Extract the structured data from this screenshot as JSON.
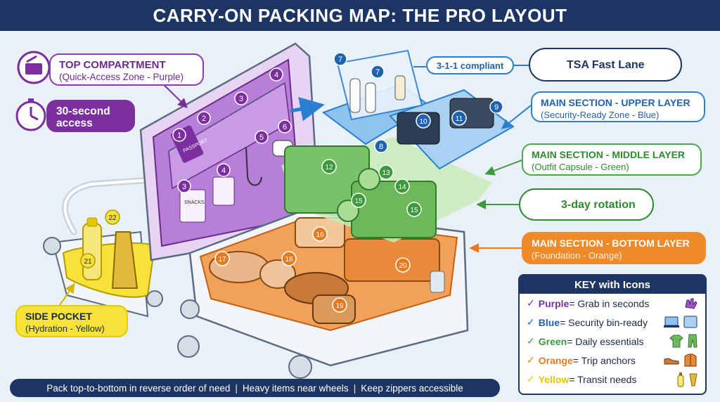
{
  "title": "CARRY-ON PACKING MAP: THE PRO LAYOUT",
  "callouts": {
    "top": {
      "title": "TOP COMPARTMENT",
      "subtitle": "(Quick-Access Zone - Purple)"
    },
    "thirty": {
      "line1": "30-second",
      "line2": "access"
    },
    "compliant": "3-1-1 compliant",
    "tsa": "TSA Fast Lane",
    "upper": {
      "title": "MAIN SECTION - UPPER LAYER",
      "subtitle": "(Security-Ready Zone - Blue)"
    },
    "middle": {
      "title": "MAIN SECTION - MIDDLE LAYER",
      "subtitle": "(Outfit Capsule - Green)"
    },
    "rotation": "3-day rotation",
    "bottom": {
      "title": "MAIN SECTION - BOTTOM LAYER",
      "subtitle": "(Foundation - Orange)"
    },
    "side": {
      "title": "SIDE POCKET",
      "subtitle": "(Hydration - Yellow)"
    }
  },
  "item_labels": {
    "passport": "PASSPORT",
    "snacks": "SNACKS"
  },
  "numbers": [
    "1",
    "2",
    "3",
    "4",
    "5",
    "6",
    "3",
    "4",
    "7",
    "7",
    "8",
    "9",
    "10",
    "11",
    "12",
    "13",
    "14",
    "15",
    "15",
    "16",
    "17",
    "18",
    "19",
    "20",
    "21",
    "22"
  ],
  "key": {
    "title": "KEY with Icons",
    "rows": [
      {
        "color_name": "Purple",
        "desc": " = Grab in seconds",
        "color": "#7b2f9e",
        "icons": [
          "hand-grab-icon"
        ]
      },
      {
        "color_name": "Blue",
        "desc": " = Security bin-ready",
        "color": "#1e63b0",
        "icons": [
          "laptop-icon",
          "tablet-icon"
        ]
      },
      {
        "color_name": "Green",
        "desc": " = Daily essentials",
        "color": "#3c9a3c",
        "icons": [
          "shirt-icon",
          "pants-icon"
        ]
      },
      {
        "color_name": "Orange",
        "desc": " = Trip anchors",
        "color": "#e87a1e",
        "icons": [
          "shoe-icon",
          "jacket-icon"
        ]
      },
      {
        "color_name": "Yellow",
        "desc": " = Transit needs",
        "color": "#e6c400",
        "icons": [
          "bottle-icon",
          "umbrella-icon"
        ]
      }
    ]
  },
  "footer": {
    "tip1": "Pack top-to-bottom in reverse order of need",
    "tip2": "Heavy items near wheels",
    "tip3": "Keep zippers accessible",
    "separator": "|"
  },
  "colors": {
    "purple": "#7b2f9e",
    "blue": "#2a7fd0",
    "green": "#4aa84a",
    "orange": "#ee8a2a",
    "yellow": "#f7e23a",
    "navy": "#1c3563"
  }
}
